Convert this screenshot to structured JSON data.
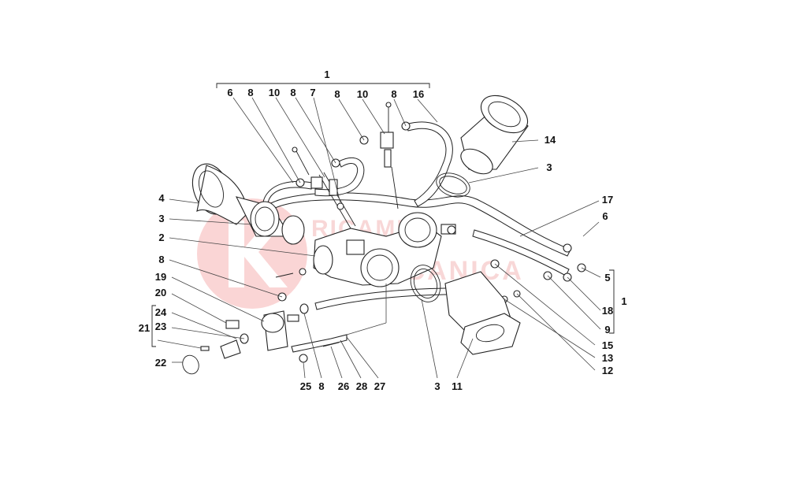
{
  "diagram": {
    "labels": [
      {
        "id": "top-1",
        "text": "1"
      },
      {
        "id": "t6",
        "text": "6"
      },
      {
        "id": "t8a",
        "text": "8"
      },
      {
        "id": "t10a",
        "text": "10"
      },
      {
        "id": "t8b",
        "text": "8"
      },
      {
        "id": "t7",
        "text": "7"
      },
      {
        "id": "t8c",
        "text": "8"
      },
      {
        "id": "t10b",
        "text": "10"
      },
      {
        "id": "t8d",
        "text": "8"
      },
      {
        "id": "t16",
        "text": "16"
      },
      {
        "id": "r14",
        "text": "14"
      },
      {
        "id": "r3",
        "text": "3"
      },
      {
        "id": "r17",
        "text": "17"
      },
      {
        "id": "r6",
        "text": "6"
      },
      {
        "id": "r5",
        "text": "5"
      },
      {
        "id": "r18",
        "text": "18"
      },
      {
        "id": "r9",
        "text": "9"
      },
      {
        "id": "r1",
        "text": "1"
      },
      {
        "id": "r15",
        "text": "15"
      },
      {
        "id": "r13",
        "text": "13"
      },
      {
        "id": "r12",
        "text": "12"
      },
      {
        "id": "l4",
        "text": "4"
      },
      {
        "id": "l3",
        "text": "3"
      },
      {
        "id": "l2",
        "text": "2"
      },
      {
        "id": "l8",
        "text": "8"
      },
      {
        "id": "l19",
        "text": "19"
      },
      {
        "id": "l20",
        "text": "20"
      },
      {
        "id": "l24",
        "text": "24"
      },
      {
        "id": "l21",
        "text": "21"
      },
      {
        "id": "l23",
        "text": "23"
      },
      {
        "id": "l22",
        "text": "22"
      },
      {
        "id": "b25",
        "text": "25"
      },
      {
        "id": "b8",
        "text": "8"
      },
      {
        "id": "b26",
        "text": "26"
      },
      {
        "id": "b28",
        "text": "28"
      },
      {
        "id": "b27",
        "text": "27"
      },
      {
        "id": "b3",
        "text": "3"
      },
      {
        "id": "b11",
        "text": "11"
      }
    ],
    "watermark_text": "RICAMBI MECCANICA",
    "watermark_color": "#f4a9a9"
  }
}
